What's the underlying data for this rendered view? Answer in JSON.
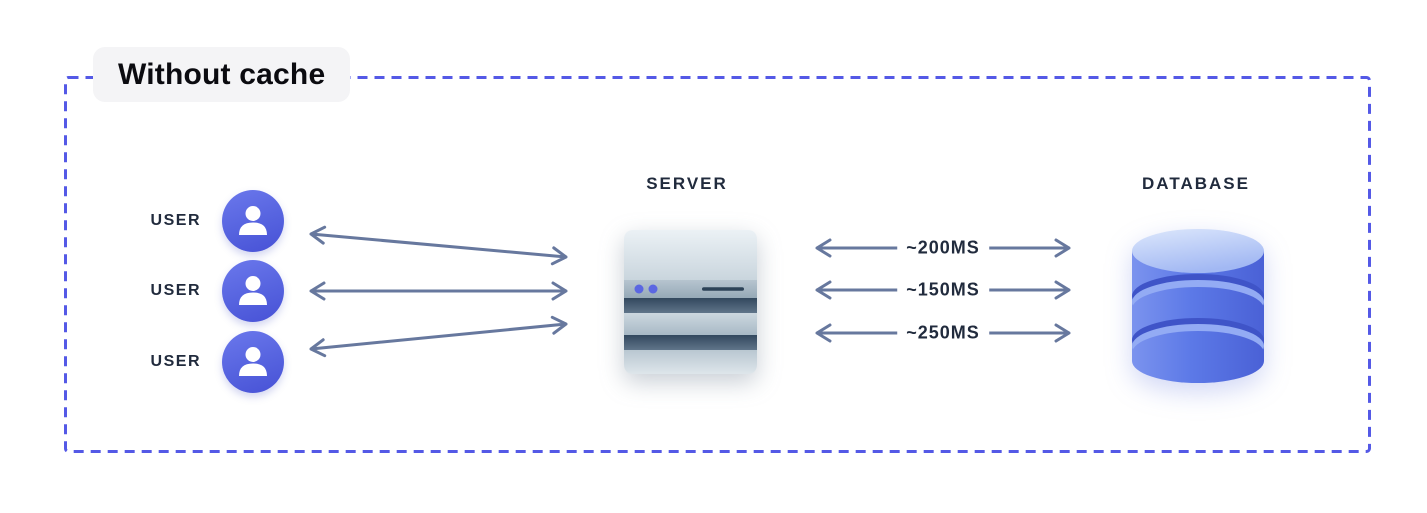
{
  "title_badge": {
    "label": "Without cache"
  },
  "users": [
    {
      "label": "USER"
    },
    {
      "label": "USER"
    },
    {
      "label": "USER"
    }
  ],
  "server": {
    "label": "SERVER"
  },
  "database": {
    "label": "DATABASE"
  },
  "latencies": [
    {
      "label": "~200MS"
    },
    {
      "label": "~150MS"
    },
    {
      "label": "~250MS"
    }
  ],
  "icons": {
    "user": "person-icon",
    "server": "server-stack-icon",
    "database": "database-cylinder-icon"
  },
  "colors": {
    "frame_border": "#5459E6",
    "badge_bg": "#F4F4F6",
    "title_text": "#0B0B10",
    "label_text": "#212B3D",
    "arrow": "#67789E",
    "avatar_indigo": "#5663DF",
    "database_blue": "#5C79E7",
    "server_gray_blue": "#AEBDC9"
  }
}
